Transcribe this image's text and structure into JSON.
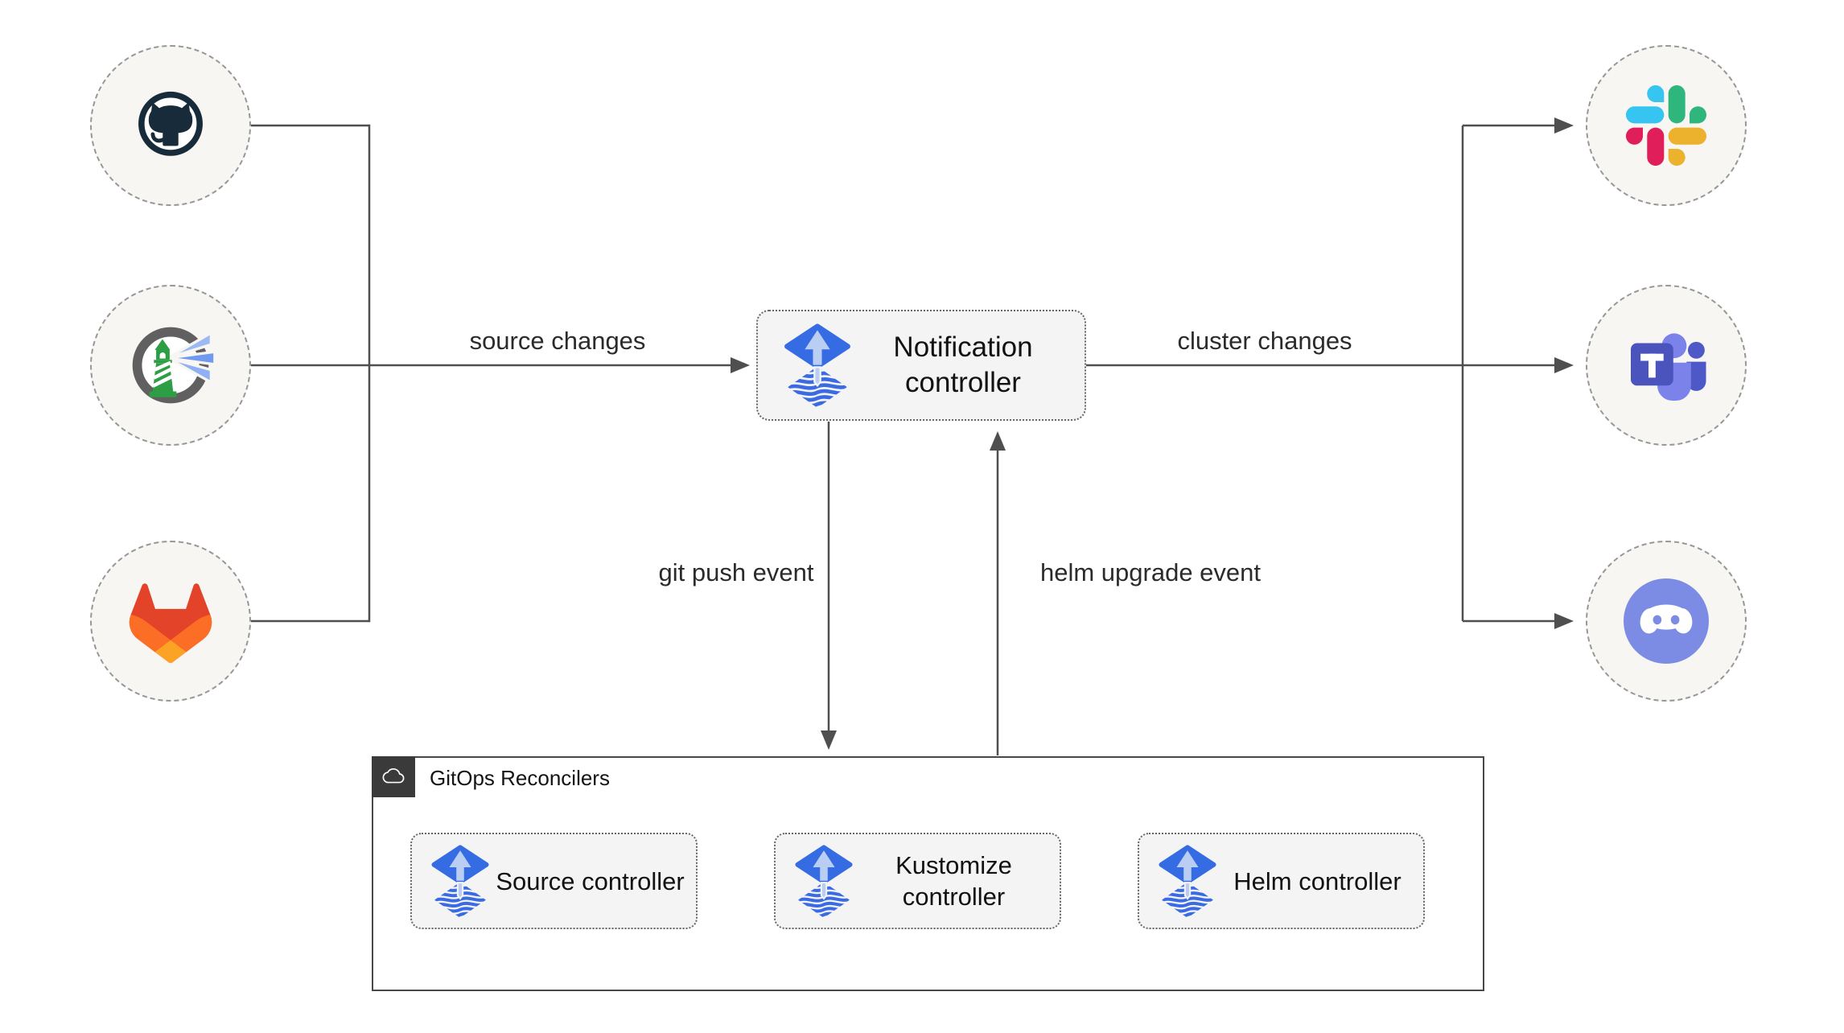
{
  "diagram": {
    "sources": [
      {
        "icon": "github-icon"
      },
      {
        "icon": "harbor-icon"
      },
      {
        "icon": "gitlab-icon"
      }
    ],
    "notification": {
      "label": "Notification controller",
      "icon": "flux-icon"
    },
    "targets": [
      {
        "icon": "slack-icon"
      },
      {
        "icon": "ms-teams-icon"
      },
      {
        "icon": "discord-icon"
      }
    ],
    "edges": {
      "source_changes": "source changes",
      "cluster_changes": "cluster changes",
      "git_push_event": "git push event",
      "helm_upgrade_event": "helm upgrade event"
    },
    "reconcilers": {
      "title": "GitOps Reconcilers",
      "icon": "cloud-icon",
      "controllers": [
        {
          "label": "Source controller",
          "icon": "flux-icon"
        },
        {
          "label": "Kustomize controller",
          "icon": "flux-icon"
        },
        {
          "label": "Helm controller",
          "icon": "flux-icon"
        }
      ]
    },
    "colors": {
      "line": "#4f4f4f",
      "node_fill": "#f4f4f4",
      "circle_fill": "#f7f6f3",
      "flux_blue": "#356ce4",
      "flux_arrow_light": "#b9cef2",
      "github_dark": "#182b3a",
      "harbor_green": "#2e9e44",
      "gitlab_red": "#e24329",
      "gitlab_orange": "#fc6d26",
      "gitlab_yellow": "#fca326",
      "slack_blue": "#36C5F0",
      "slack_green": "#2EB67D",
      "slack_yellow": "#ECB22E",
      "slack_red": "#E01E5A",
      "teams_purple": "#4b53bc",
      "discord_blurple": "#7c8ce4",
      "badge_dark": "#3a3a3a"
    }
  }
}
